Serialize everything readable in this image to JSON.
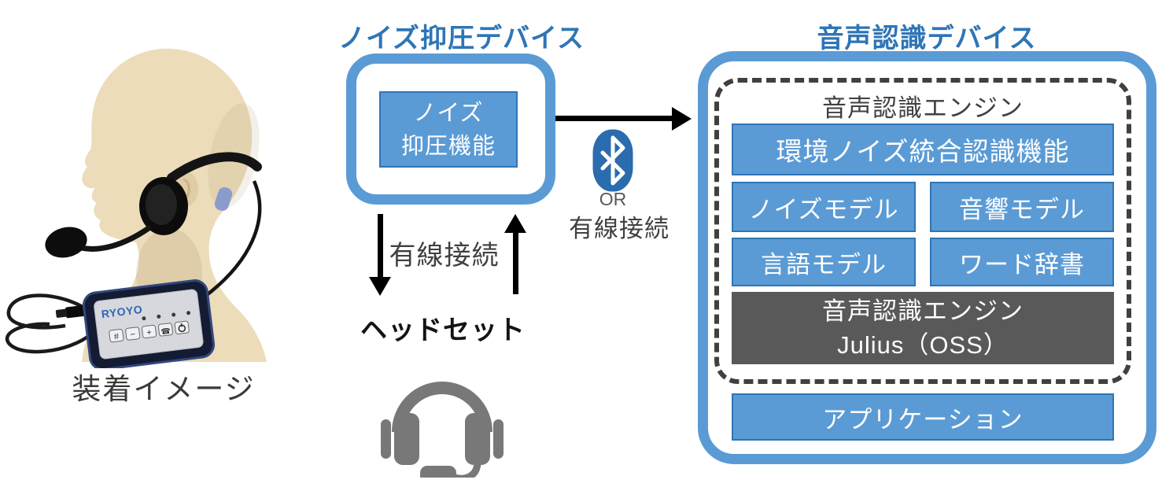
{
  "photo": {
    "caption": "装着イメージ",
    "device_brand": "RYOYO",
    "device_button_hash": "#",
    "device_button_minus": "−",
    "device_button_plus": "+",
    "device_button_phone": "☎"
  },
  "noise_device": {
    "title": "ノイズ抑圧デバイス",
    "function_line1": "ノイズ",
    "function_line2": "抑圧機能"
  },
  "links": {
    "wired_label": "有線接続",
    "or_label": "OR",
    "wireless_or_wired_label": "有線接続"
  },
  "headset": {
    "label": "ヘッドセット"
  },
  "recognition_device": {
    "title": "音声認識デバイス",
    "engine_group": "音声認識エンジン",
    "integrated": "環境ノイズ統合認識機能",
    "noise_model": "ノイズモデル",
    "acoustic_model": "音響モデル",
    "language_model": "言語モデル",
    "word_dictionary": "ワード辞書",
    "julius_line1": "音声認識エンジン",
    "julius_line2": "Julius（OSS）",
    "application": "アプリケーション"
  },
  "colors": {
    "accent_blue": "#5B9BD5",
    "box_border_blue": "#2E75B6",
    "title_blue": "#2E75B6",
    "julius_gray": "#595959",
    "dotted_border_gray": "#404040",
    "bluetooth_blue": "#2A6CAE",
    "headset_icon_gray": "#787878",
    "arrow_black": "#000000"
  }
}
